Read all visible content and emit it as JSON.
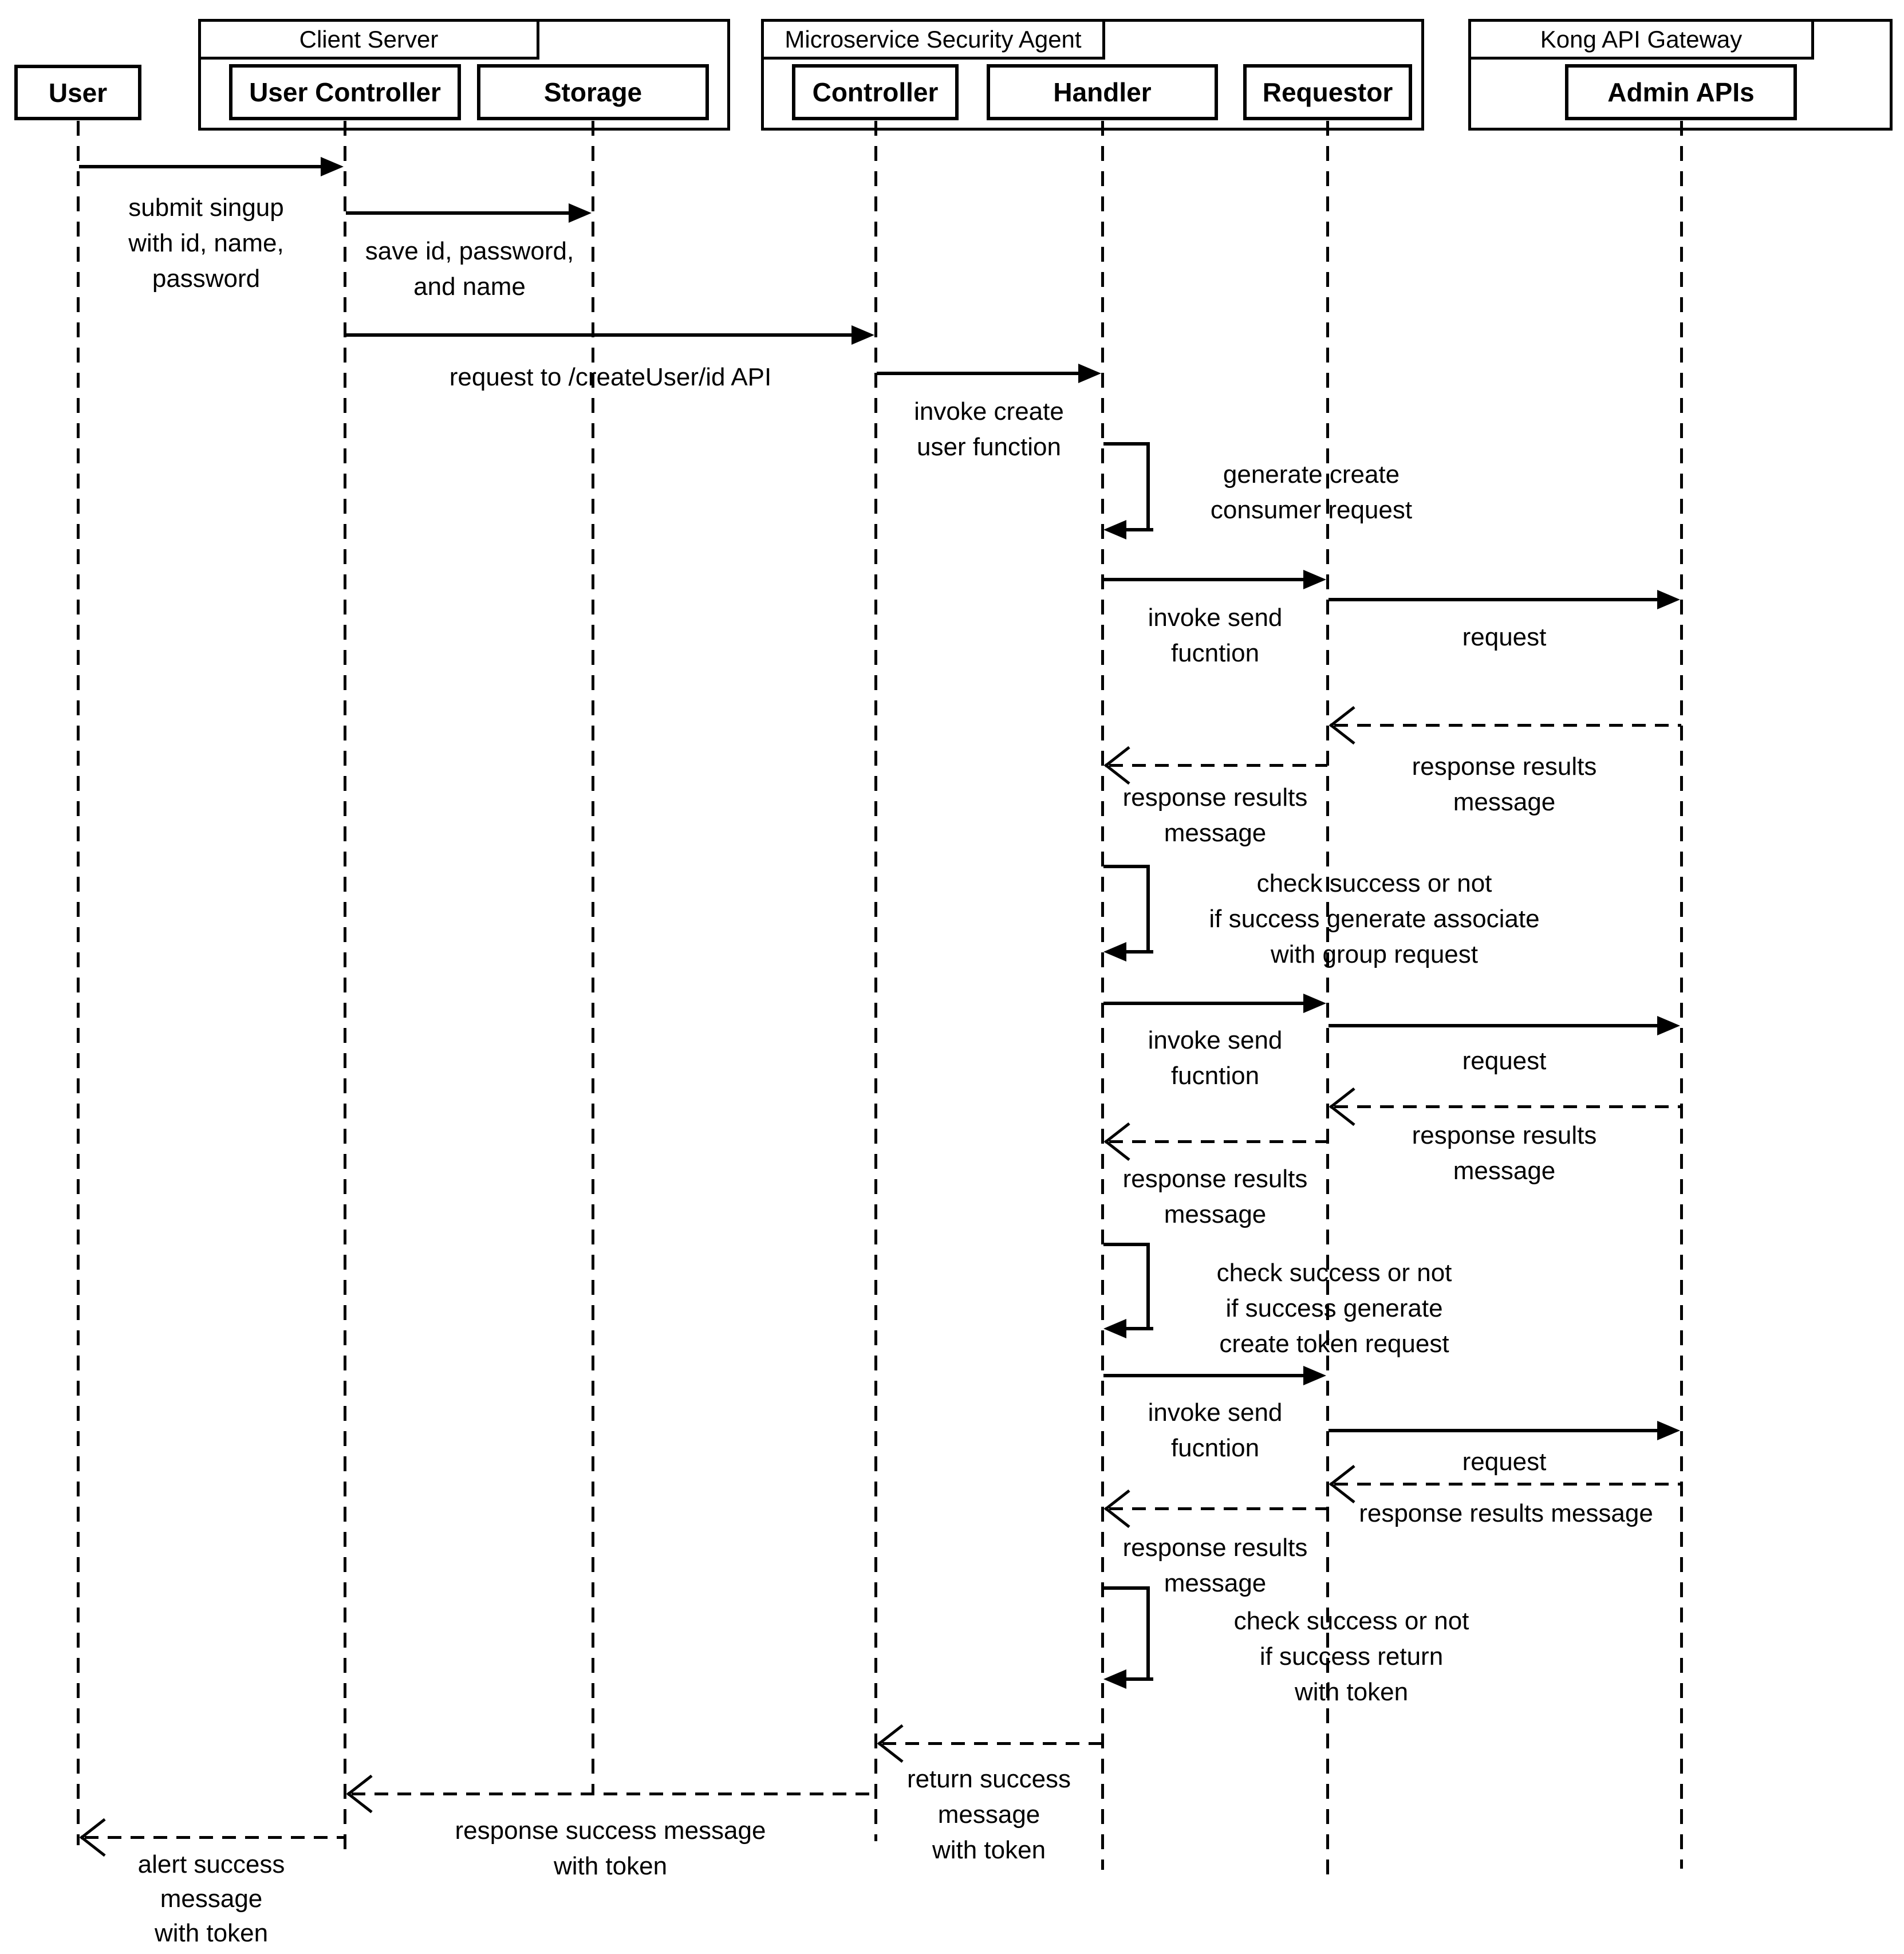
{
  "colors": {
    "ink": "#000000",
    "background": "#ffffff"
  },
  "actors": {
    "user": {
      "label": "User"
    },
    "client_server": {
      "title": "Client Server",
      "user_controller": "User Controller",
      "storage": "Storage"
    },
    "security_agent": {
      "title": "Microservice Security Agent",
      "controller": "Controller",
      "handler": "Handler",
      "requestor": "Requestor"
    },
    "kong": {
      "title": "Kong API Gateway",
      "admin_apis": "Admin APIs"
    }
  },
  "messages": [
    {
      "label": "submit singup\nwith id, name,\npassword"
    },
    {
      "label": "save id, password,\nand name"
    },
    {
      "label": "request to /createUser/id API"
    },
    {
      "label": "invoke create\nuser function"
    },
    {
      "label": "generate create\nconsumer request"
    },
    {
      "label": "invoke send\nfucntion"
    },
    {
      "label": "request"
    },
    {
      "label": "response results\nmessage"
    },
    {
      "label": "response results\nmessage"
    },
    {
      "label": "check success or not\nif success generate associate\nwith group request"
    },
    {
      "label": "invoke send\nfucntion"
    },
    {
      "label": "request"
    },
    {
      "label": "response results\nmessage"
    },
    {
      "label": "response results\nmessage"
    },
    {
      "label": "check success or not\nif success generate\ncreate token request"
    },
    {
      "label": "invoke send\nfucntion"
    },
    {
      "label": "request"
    },
    {
      "label": "response results message"
    },
    {
      "label": "response results\nmessage"
    },
    {
      "label": "check success or not\nif success return\nwith token"
    },
    {
      "label": "return success\nmessage\nwith token"
    },
    {
      "label": "response success message\nwith token"
    },
    {
      "label": "alert success\nmessage\nwith token"
    }
  ]
}
